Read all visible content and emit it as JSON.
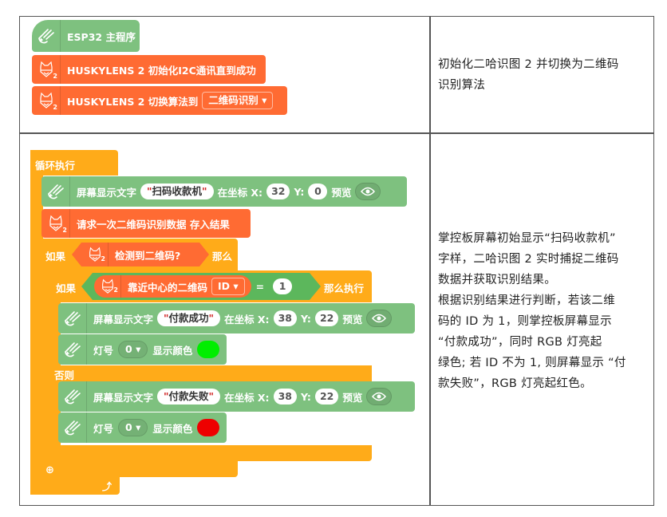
{
  "table": {
    "rows": [
      {
        "code": {
          "hat_label": "ESP32 主程序",
          "init_label": "HUSKYLENS 2 初始化I2C通讯直到成功",
          "switch_label": "HUSKYLENS 2 切换算法到",
          "switch_value": "二维码识别 ▾"
        },
        "description": [
          "初始化二哈识图 2 并切换为二维码",
          "识别算法"
        ]
      },
      {
        "code": {
          "loop_label": "循环执行",
          "show_text_1": {
            "prefix": "屏幕显示文字",
            "text": "扫码收款机",
            "at": "在坐标 X:",
            "x": "32",
            "ylabel": "Y:",
            "y": "0",
            "preview": "预览"
          },
          "request_label": "请求一次二维码识别数据 存入结果",
          "if1": {
            "if_label": "如果",
            "cond": "检测到二维码?",
            "then_label": "那么"
          },
          "if2": {
            "if_label": "如果",
            "cond": "靠近中心的二维码",
            "field": "ID ▾",
            "op": "=",
            "value": "1",
            "then_label": "那么执行"
          },
          "show_text_2": {
            "prefix": "屏幕显示文字",
            "text": "付款成功",
            "at": "在坐标 X:",
            "x": "38",
            "ylabel": "Y:",
            "y": "22",
            "preview": "预览"
          },
          "led_1": {
            "label": "灯号",
            "index": "0 ▾",
            "color_label": "显示颜色",
            "color": "#00ee00"
          },
          "else_label": "否则",
          "show_text_3": {
            "prefix": "屏幕显示文字",
            "text": "付款失败",
            "at": "在坐标 X:",
            "x": "38",
            "ylabel": "Y:",
            "y": "22",
            "preview": "预览"
          },
          "led_2": {
            "label": "灯号",
            "index": "0 ▾",
            "color_label": "显示颜色",
            "color": "#ee0000"
          }
        },
        "description": [
          "掌控板屏幕初始显示“扫码收款机”",
          "字样，二哈识图 2 实时捕捉二维码",
          "数据并获取识别结果。",
          "根据识别结果进行判断，若该二维",
          "码的 ID 为 1，则掌控板屏幕显示",
          "“付款成功”，同时 RGB 灯亮起",
          "绿色; 若 ID 不为 1, 则屏幕显示 “付",
          "款失败”，RGB 灯亮起红色。"
        ]
      }
    ]
  },
  "colors": {
    "green_block": "#7ec17f",
    "orange_block": "#ff6b33",
    "control_block": "#ffab19",
    "logic_block": "#5cb75c"
  }
}
